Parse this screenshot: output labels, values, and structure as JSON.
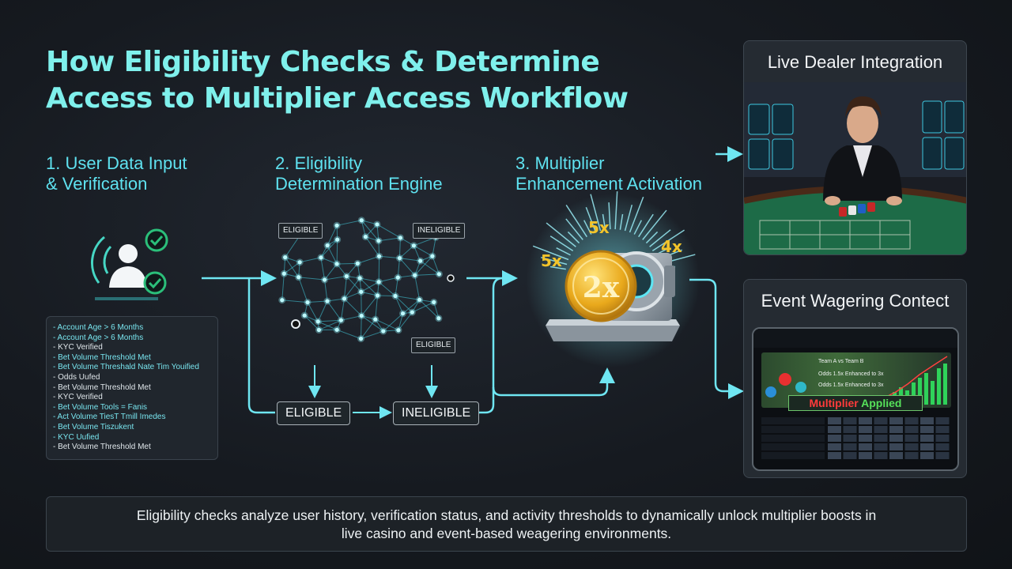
{
  "title": {
    "line1": "How Eligibility Checks & Determine",
    "line2": "Access to Multiplier Access Workflow"
  },
  "steps": [
    {
      "line1": "1. User Data Input",
      "line2": "& Verification"
    },
    {
      "line1": "2. Eligibility",
      "line2": "Determination Engine"
    },
    {
      "line1": "3. Multiplier",
      "line2": "Enhancement Activation"
    }
  ],
  "criteria": [
    "- Account Age > 6 Months",
    "- Account Age > 6 Months",
    "- KYC Verified",
    "- Bet Volume Threshold Met",
    "- Bet Volume Threshald Nate Tim Youified",
    "- Odds Uufed",
    "- Bet Volume Threshold Met",
    "- KYC Verified",
    "- Bet Volume Tools = Fanis",
    "- Act Volume TiesT Tmill Imedes",
    "- Bet Volume Tiszukent",
    "- KYC Uufied",
    "- Bet Volume Threshold Met"
  ],
  "engine": {
    "tag_eligible_top": "ELIGIBLE",
    "tag_ineligible_top": "INELIGIBLE",
    "tag_eligible_mid": "ELIGIBLE",
    "outcome_eligible": "ELIGIBLE",
    "outcome_ineligible": "INELIGIBLE"
  },
  "multipliers": {
    "coin": "2x",
    "left": "5x",
    "top": "5x",
    "right": "4x"
  },
  "panels": {
    "live_title": "Live Dealer Integration",
    "event_title": "Event Wagering Contect",
    "match": "Team A vs Team B",
    "odds1": "Odds 1.5x Enhanced to 3x",
    "odds2": "Odds 1.5x Enhanced to 3x",
    "banner_a": "Multiplier",
    "banner_b": "Applied"
  },
  "caption": {
    "line1": "Eligibility checks analyze user history, verification status, and activity thresholds to dynamically unlock multiplier boosts in",
    "line2": "live casino and event-based weagering environments."
  },
  "colors": {
    "accent": "#5fe2f0",
    "title": "#7ff0ec",
    "check": "#2bbf7a",
    "gold": "#f3c42a"
  }
}
